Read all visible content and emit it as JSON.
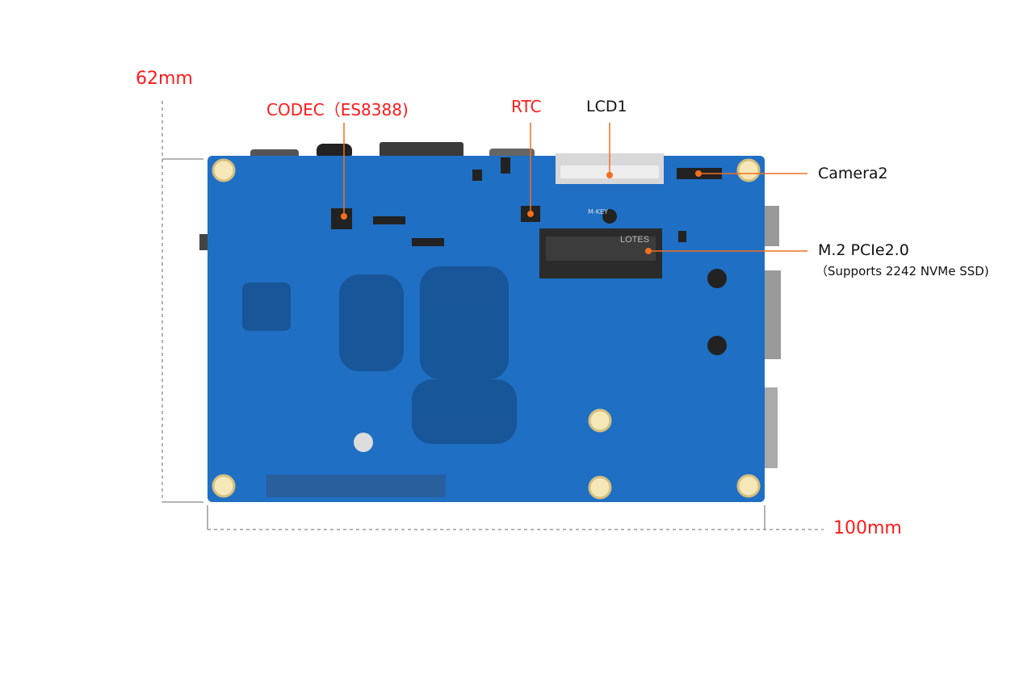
{
  "dimensions": {
    "height_label": "62mm",
    "width_label": "100mm"
  },
  "callouts": {
    "codec": "CODEC（ES8388)",
    "rtc": "RTC",
    "lcd": "LCD1",
    "camera": "Camera2",
    "m2_title": "M.2 PCIe2.0",
    "m2_sub": "（Supports 2242 NVMe SSD)"
  },
  "board_silkscreen": {
    "m2_brand": "LOTES",
    "m2_key": "M-KEY"
  },
  "colors": {
    "board": "#1f6fc4",
    "leader": "#f07020",
    "dimension_text": "#ff1a1a"
  }
}
